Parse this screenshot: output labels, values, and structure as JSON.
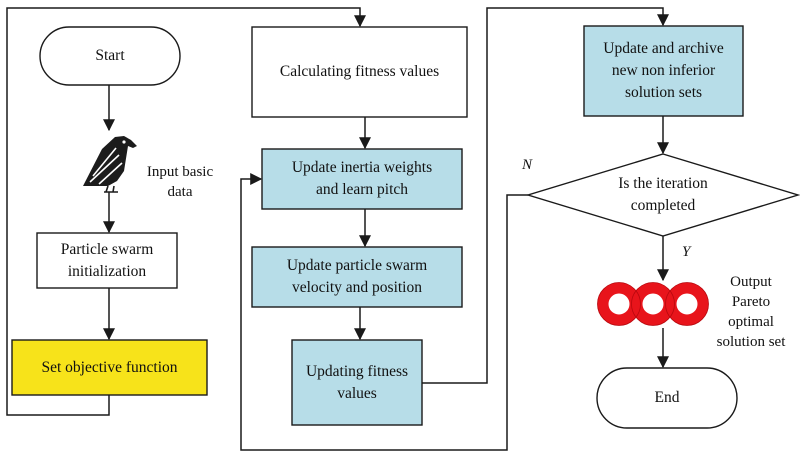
{
  "colors": {
    "stroke": "#1a1a1a",
    "process_fill": "#ffffff",
    "highlight_fill": "#b7dde8",
    "objective_fill": "#f7e31a",
    "ring_color": "#e8141b"
  },
  "icons": {
    "bird": "bird-icon",
    "pareto": "pareto-rings-icon"
  },
  "nodes": {
    "start": "Start",
    "init_line1": "Particle swarm",
    "init_line2": "initialization",
    "objective": "Set objective function",
    "fitness": "Calculating fitness values",
    "inertia_line1": "Update inertia weights",
    "inertia_line2": "and learn pitch",
    "velocity_line1": "Update particle swarm",
    "velocity_line2": "velocity and position",
    "update_fitness_line1": "Updating fitness",
    "update_fitness_line2": "values",
    "archive_line1": "Update and archive",
    "archive_line2": "new non inferior",
    "archive_line3": "solution sets",
    "decision_line1": "Is the iteration",
    "decision_line2": "completed",
    "end": "End"
  },
  "notes": {
    "input_line1": "Input basic",
    "input_line2": "data",
    "output_line1": "Output",
    "output_line2": "Pareto",
    "output_line3": "optimal",
    "output_line4": "solution set"
  },
  "flags": {
    "no": "N",
    "yes": "Y"
  }
}
